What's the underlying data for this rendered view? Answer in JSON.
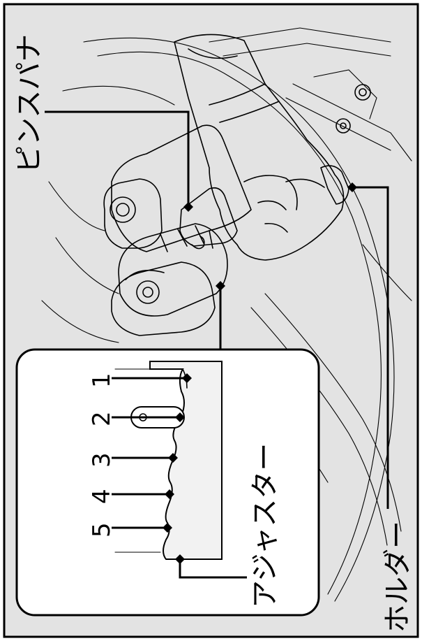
{
  "labels": {
    "pin_spanner": "ピンスパナ",
    "holder": "ホルダー",
    "adjuster": "アジャスター"
  },
  "positions": [
    "1",
    "2",
    "3",
    "4",
    "5"
  ]
}
